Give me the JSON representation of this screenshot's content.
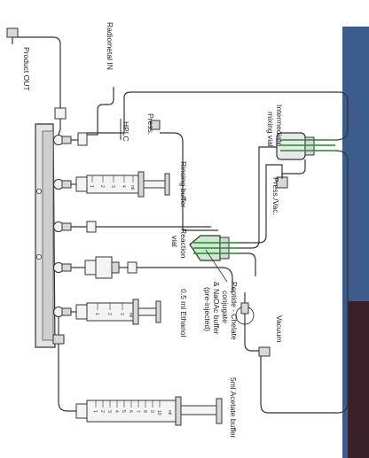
{
  "labels": {
    "product_out": "Product OUT",
    "radiometal_in": "Radiometal IN",
    "hplc": "HPLC",
    "press_1": "Press.",
    "intermediate_vial": "Intermediate mixing vial",
    "press_vac": "Press./Vac.",
    "rinsing_buffer": "Rinsing buffer",
    "reaction_vial": "Reaction vial",
    "peptide_conjugate": "Peptide - Chelate conjugate & NaOAc buffer (pre-injected)",
    "ethanol": "0.5 ml Ethanol",
    "vacuum": "Vacuum",
    "acetate_buffer": "5ml Acetate buffer"
  },
  "syringe_ticks": {
    "rinsing": [
      "ml",
      "1",
      "2",
      "3",
      "4"
    ],
    "ethanol": [
      "ml",
      "1",
      "2",
      "3"
    ],
    "acetate": [
      "ml",
      "1",
      "2",
      "3",
      "4",
      "5",
      "6",
      "7",
      "8",
      "9",
      "10"
    ]
  },
  "colors": {
    "tubing": "#333333",
    "reagent_line": "#1e8c2a",
    "manifold": "#e2e2e2",
    "background": "#ffffff",
    "corner_glow": "#1a3f7a"
  }
}
